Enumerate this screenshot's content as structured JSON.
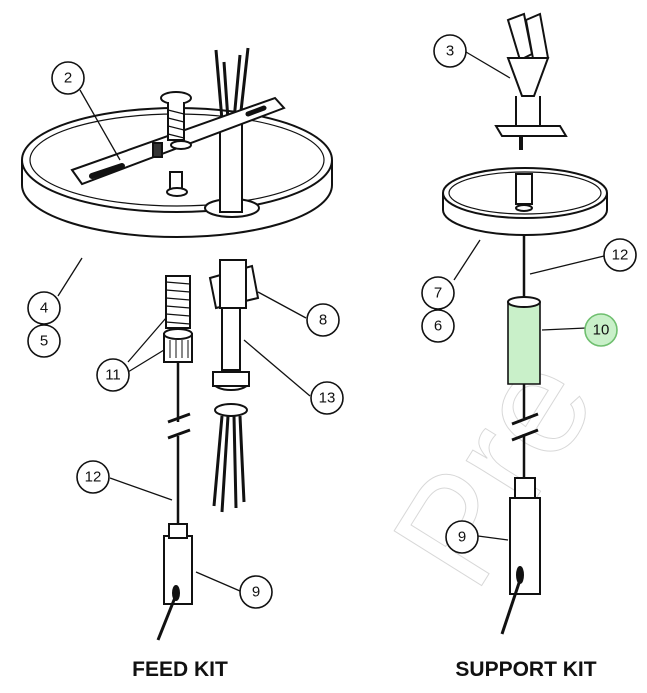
{
  "watermark": "Pre",
  "kits": {
    "feed_title": "FEED KIT",
    "support_title": "SUPPORT KIT"
  },
  "callouts": {
    "c2": "2",
    "c3": "3",
    "c4": "4",
    "c5": "5",
    "c6": "6",
    "c7": "7",
    "c8": "8",
    "c9a": "9",
    "c9b": "9",
    "c10": "10",
    "c11": "11",
    "c12a": "12",
    "c12b": "12",
    "c13": "13"
  },
  "colors": {
    "line": "#111111",
    "fill": "#ffffff",
    "shade": "#e6e6e6",
    "highlight": "#c9f0c9"
  }
}
